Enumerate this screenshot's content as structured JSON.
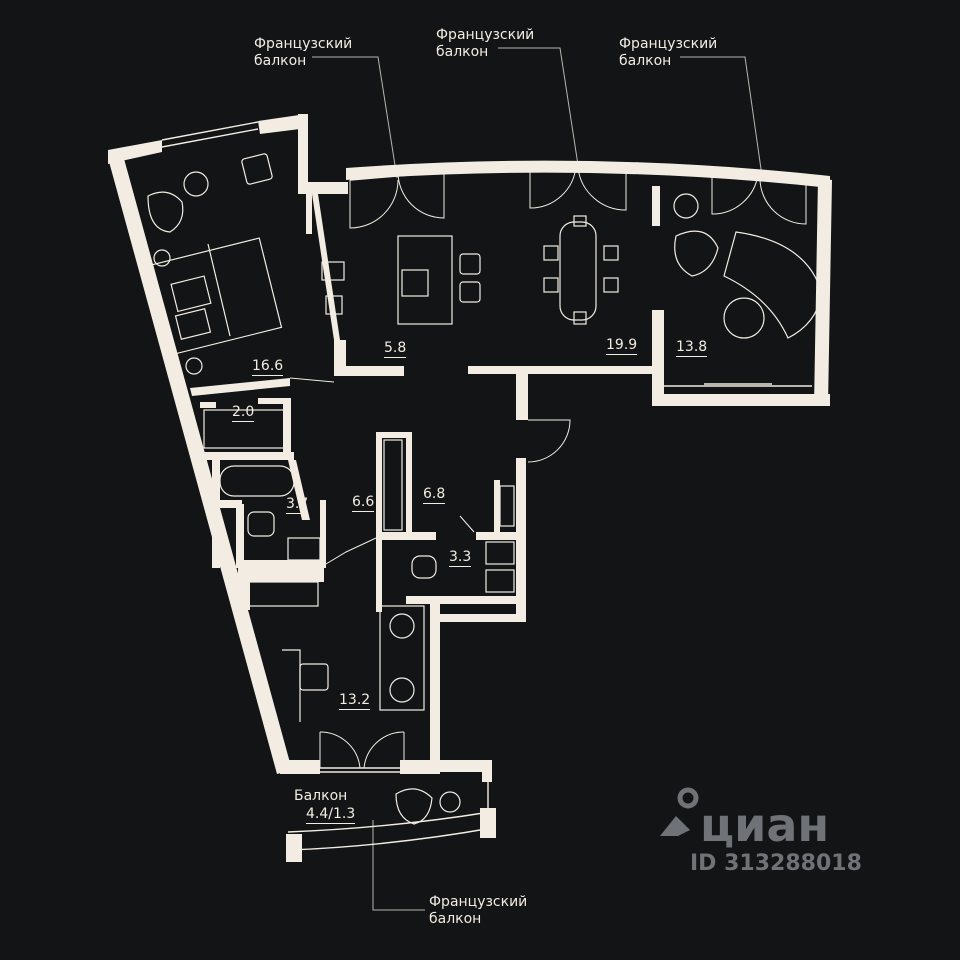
{
  "labels": {
    "french_balcony": "Французский\nбалкон",
    "balcony": "Балкон"
  },
  "rooms": {
    "bedroom": "16.6",
    "kitchen": "5.8",
    "living": "19.9",
    "study": "13.8",
    "wardrobe": "2.0",
    "bath_master": "3.7",
    "corridor": "6.6",
    "closet": "6.8",
    "wc": "3.3",
    "bedroom2": "13.2",
    "balcony_area": "4.4/1.3"
  },
  "watermark": {
    "brand": "циан",
    "id": "ID 313288018"
  },
  "colors": {
    "background": "#121416",
    "walls": "#f2ece2",
    "watermark": "#6f7276"
  }
}
